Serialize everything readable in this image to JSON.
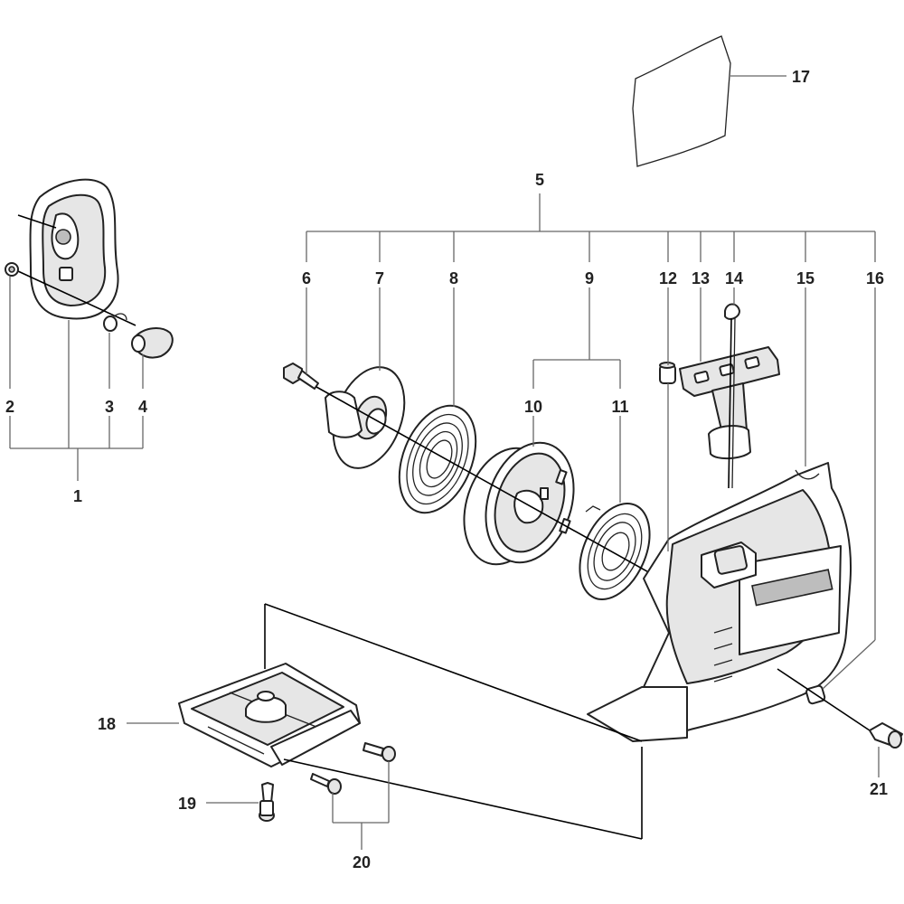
{
  "diagram": {
    "type": "exploded-parts-diagram",
    "callouts": [
      "1",
      "2",
      "3",
      "4",
      "5",
      "6",
      "7",
      "8",
      "9",
      "10",
      "11",
      "12",
      "13",
      "14",
      "15",
      "16",
      "17",
      "18",
      "19",
      "20",
      "21"
    ]
  }
}
